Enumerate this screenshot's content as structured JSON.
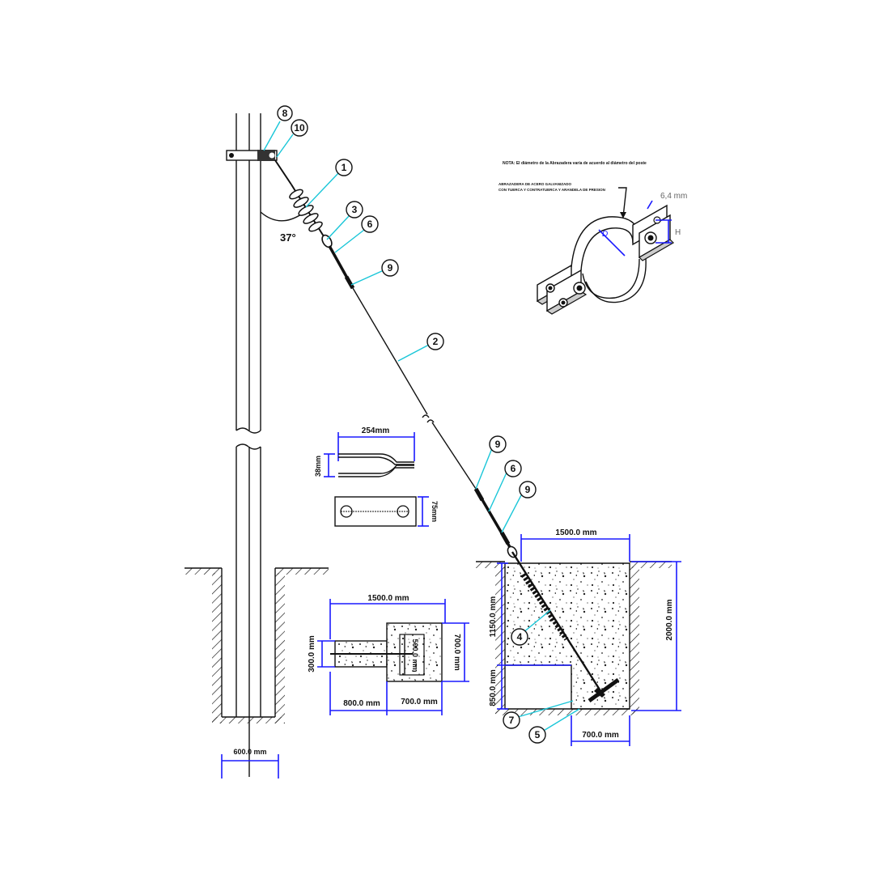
{
  "note": {
    "title": "NOTA: El diámetro de la Abrazadera varía de acuerdo al diámetro del poste",
    "clamp_line1": "ABRAZADERA DE ACERO GALVANIZADO",
    "clamp_line2": "CON TUERCA Y   CONTRATUERCA Y ARANDELA DE PRESION",
    "thickness": "6,4 mm",
    "h_label": "H",
    "d_label": "D"
  },
  "angle": "37°",
  "callouts": {
    "c1": "1",
    "c2": "2",
    "c3": "3",
    "c4": "4",
    "c5": "5",
    "c6a": "6",
    "c6b": "6",
    "c7": "7",
    "c8": "8",
    "c9a": "9",
    "c9b": "9",
    "c9c": "9",
    "c10": "10"
  },
  "dimensions": {
    "preformed_length": "254mm",
    "preformed_width": "38mm",
    "plate_width": "75mm",
    "pole_pit_width": "600.0 mm",
    "anchor_top_width": "1500.0 mm",
    "anchor_depth_upper": "1150.0 mm",
    "anchor_depth_lower": "850.0 mm",
    "anchor_total_depth": "2000.0 mm",
    "anchor_bottom_width": "700.0 mm",
    "plan_total_width": "1500.0 mm",
    "plan_left_width": "800.0 mm",
    "plan_right_width": "700.0 mm",
    "plan_left_height": "300.0 mm",
    "plan_right_height": "700.0 mm",
    "plan_inner": "500.0 mm"
  },
  "colors": {
    "dimension": "#1a1aff",
    "leader": "#19c6d8",
    "line": "#111111"
  }
}
